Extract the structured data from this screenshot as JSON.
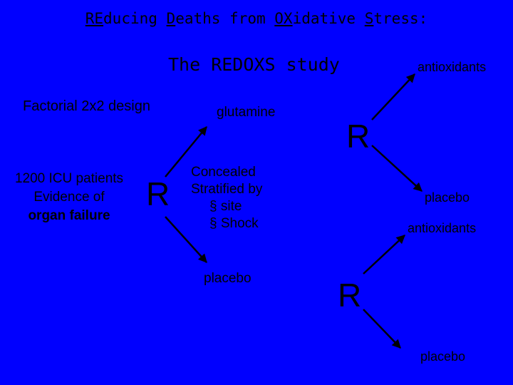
{
  "title": {
    "parts": [
      {
        "underlined": "RE",
        "rest": "ducing "
      },
      {
        "underlined": "D",
        "rest": "eaths from "
      },
      {
        "underlined": "OX",
        "rest": "idative "
      },
      {
        "underlined": "S",
        "rest": "tress:"
      }
    ]
  },
  "subtitle": "The REDOXS study",
  "design_label": "Factorial 2x2 design",
  "patients": {
    "line1": "1200 ICU patients",
    "line2": "Evidence of",
    "line3": "organ failure"
  },
  "randomize_symbol": "R",
  "first_arm": {
    "upper": "glutamine",
    "lower": "placebo"
  },
  "allocation": {
    "line1": "Concealed",
    "line2": "Stratified by",
    "bullet": "§",
    "item1": "site",
    "item2": "Shock"
  },
  "second_arm_upper": {
    "upper": "antioxidants",
    "lower": "placebo"
  },
  "second_arm_lower": {
    "upper": "antioxidants",
    "lower": "placebo"
  },
  "colors": {
    "background": "#0000FF",
    "text": "#000000",
    "arrow": "#000000"
  }
}
